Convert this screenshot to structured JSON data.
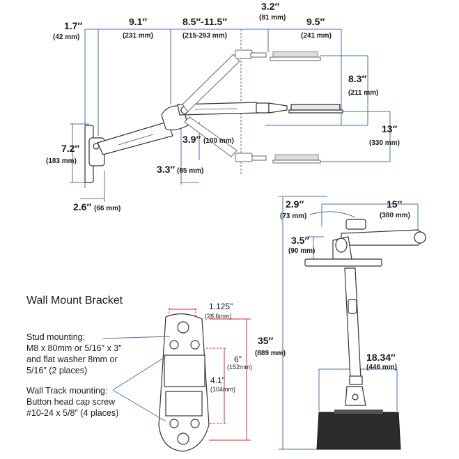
{
  "dims": {
    "d1": {
      "main": "1.7″",
      "sub": "(42 mm)"
    },
    "d2": {
      "main": "9.1″",
      "sub": "(231 mm)"
    },
    "d3": {
      "main": "8.5″-11.5″",
      "sub": "(215-293 mm)"
    },
    "d4": {
      "main": "3.2″",
      "sub": "(81 mm)"
    },
    "d5": {
      "main": "9.5″",
      "sub": "(241 mm)"
    },
    "d6": {
      "main": "8.3″",
      "sub": "(211 mm)"
    },
    "d7": {
      "main": "13″",
      "sub": "(330 mm)"
    },
    "d8": {
      "main": "7.2″",
      "sub": "(183 mm)"
    },
    "d9": {
      "main": "3.9″",
      "sub": "(100 mm)"
    },
    "d10": {
      "main": "3.3″",
      "sub": "(85 mm)"
    },
    "d11": {
      "main": "2.6″",
      "sub": "(66 mm)"
    },
    "d12": {
      "main": "2.9″",
      "sub": "(73 mm)"
    },
    "d13": {
      "main": "15″",
      "sub": "(380 mm)"
    },
    "d14": {
      "main": "3.5″",
      "sub": "(90 mm)"
    },
    "d15": {
      "main": "35″",
      "sub": "(889 mm)"
    },
    "d16": {
      "main": "18.34″",
      "sub": "(446 mm)"
    }
  },
  "bracket": {
    "title": "Wall Mount Bracket",
    "w_main": "1.125\"",
    "w_sub": "(28.6mm)",
    "h6_main": "6\"",
    "h6_sub": "(152mm)",
    "h4_main": "4.1\"",
    "h4_sub": "(104mm)",
    "stud_lines": [
      "Stud mounting:",
      "M8 x 80mm or 5/16″ x 3″",
      "and flat washer 8mm or",
      "5/16″ (2 places)"
    ],
    "track_lines": [
      "Wall Track mounting:",
      "Button head cap screw",
      "#10-24 x 5/8″ (4 places)"
    ]
  },
  "colors": {
    "dimension_blue": "#4a6fa5",
    "dimension_red": "#d42a2a",
    "text": "#1a1a1a"
  }
}
